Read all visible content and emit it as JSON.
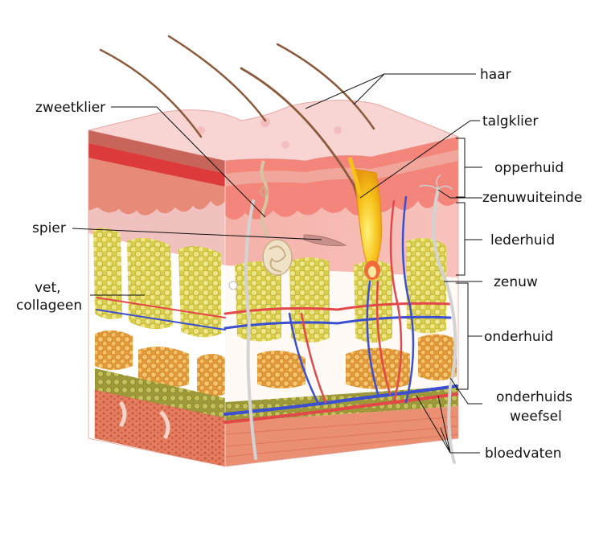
{
  "labels": {
    "haar": "haar",
    "zweetklier": "zweetklier",
    "talgklier": "talgklier",
    "opperhuid": "opperhuid",
    "zenuwuiteinde": "zenuwuiteinde",
    "spier": "spier",
    "lederhuid": "lederhuid",
    "vet_line1": "vet,",
    "vet_line2": "collageen",
    "zenuw": "zenuw",
    "onderhuid": "onderhuid",
    "onderhuids_line1": "onderhuids",
    "onderhuids_line2": "weefsel",
    "bloedvaten": "bloedvaten"
  },
  "colors": {
    "epidermis_top": "#f6c7c4",
    "epidermis_band": "#e03a3a",
    "dermis": "#f2b6b2",
    "fat_yellow": "#e6d75a",
    "fat_orange": "#efb04b",
    "muscle": "#e2765c",
    "artery": "#e2484a",
    "vein": "#3b4fd0",
    "nerve": "#d9d9d9",
    "hair": "#8b5a3c",
    "gland": "#f7c21a"
  }
}
